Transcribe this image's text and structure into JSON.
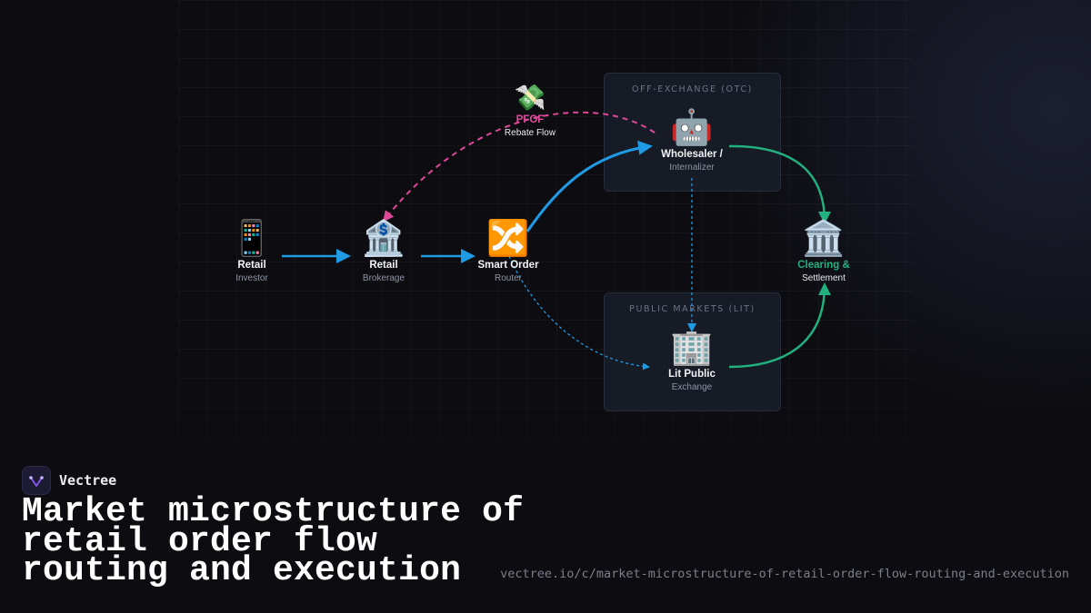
{
  "diagram": {
    "groups": [
      {
        "id": "otc",
        "label": "OFF-EXCHANGE (OTC)"
      },
      {
        "id": "lit",
        "label": "PUBLIC MARKETS (LIT)"
      }
    ],
    "nodes": {
      "retail_investor": {
        "icon": "📱",
        "icon_name": "mobile-phone-icon",
        "title": "Retail",
        "subtitle": "Investor"
      },
      "retail_brokerage": {
        "icon": "🏦",
        "icon_name": "bank-icon",
        "title": "Retail",
        "subtitle": "Brokerage"
      },
      "smart_order_router": {
        "icon": "🔀",
        "icon_name": "shuffle-icon",
        "title": "Smart Order",
        "subtitle": "Router"
      },
      "pfof": {
        "icon": "💸",
        "icon_name": "money-wings-icon",
        "title": "PFOF",
        "subtitle": "Rebate Flow"
      },
      "wholesaler": {
        "icon": "🤖",
        "icon_name": "robot-icon",
        "title": "Wholesaler /",
        "subtitle": "Internalizer"
      },
      "lit_exchange": {
        "icon": "🏢",
        "icon_name": "office-building-icon",
        "title": "Lit Public",
        "subtitle": "Exchange"
      },
      "clearing": {
        "icon": "🏛️",
        "icon_name": "classical-building-icon",
        "title": "Clearing &",
        "subtitle": "Settlement"
      }
    },
    "edges": [
      {
        "from": "retail_investor",
        "to": "retail_brokerage",
        "style": "solid",
        "color": "#1f9be6"
      },
      {
        "from": "retail_brokerage",
        "to": "smart_order_router",
        "style": "solid",
        "color": "#1f9be6"
      },
      {
        "from": "smart_order_router",
        "to": "wholesaler",
        "style": "solid",
        "color": "#1f9be6"
      },
      {
        "from": "smart_order_router",
        "to": "lit_exchange",
        "style": "dotted",
        "color": "#1f9be6"
      },
      {
        "from": "wholesaler",
        "to": "retail_brokerage",
        "style": "dashed",
        "color": "#e0489a"
      },
      {
        "from": "wholesaler",
        "to": "lit_exchange",
        "style": "dotted",
        "color": "#1f9be6"
      },
      {
        "from": "wholesaler",
        "to": "clearing",
        "style": "solid",
        "color": "#22b07e"
      },
      {
        "from": "lit_exchange",
        "to": "clearing",
        "style": "solid",
        "color": "#22b07e"
      }
    ]
  },
  "brand": {
    "name": "Vectree",
    "logo_icon": "vectree-logo-icon",
    "accent": "#8b5cf6"
  },
  "headline": "Market microstructure of retail order flow routing and execution",
  "url": "vectree.io/c/market-microstructure-of-retail-order-flow-routing-and-execution"
}
